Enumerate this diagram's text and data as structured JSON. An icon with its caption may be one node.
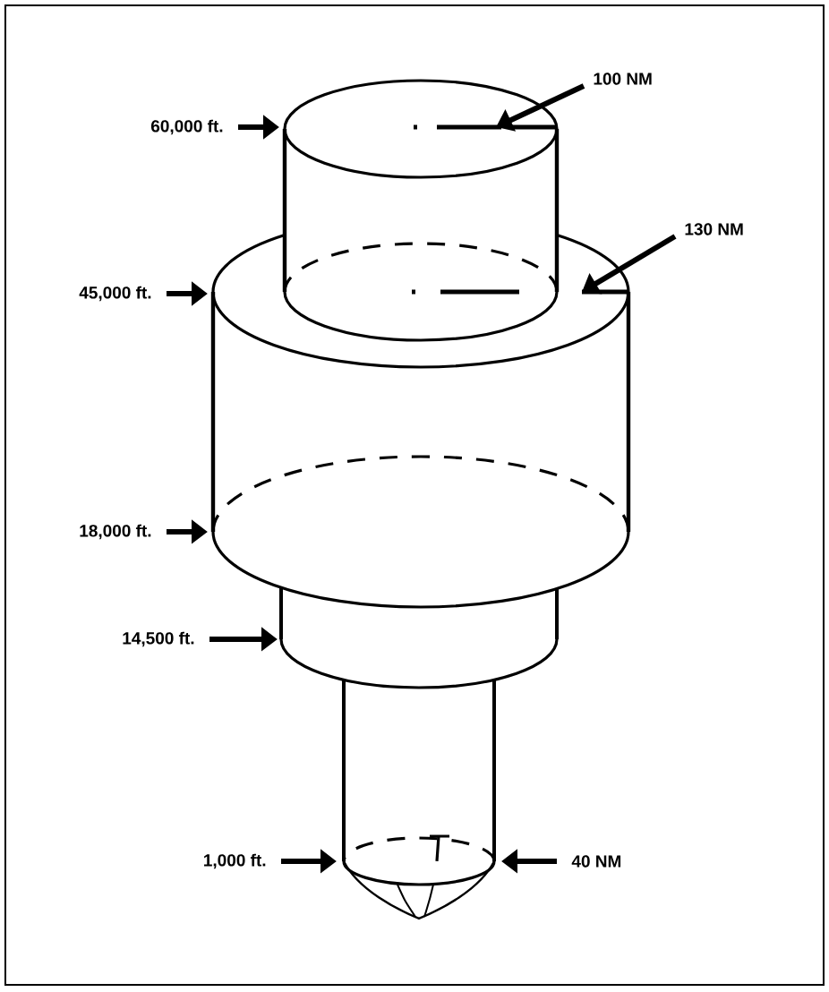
{
  "diagram": {
    "nodes": [
      {
        "text": [
          "60,000 ft."
        ]
      },
      {
        "text": [
          "100 NM"
        ]
      },
      {
        "text": [
          "45,000 ft."
        ]
      },
      {
        "text": [
          "130 NM"
        ]
      },
      {
        "text": [
          "18,000 ft."
        ]
      },
      {
        "text": [
          "14,500 ft."
        ]
      },
      {
        "text": [
          "1,000 ft."
        ]
      },
      {
        "text": [
          "40 NM"
        ]
      },
      {
        "text": [],
        "shape": "cylinder"
      },
      {
        "text": [],
        "shape": "cylinder"
      },
      {
        "text": [],
        "shape": "cylinder"
      },
      {
        "text": [],
        "shape": "cylinder"
      }
    ],
    "edges": [
      {
        "from": 0,
        "to": 8,
        "arrow": "to"
      },
      {
        "from": 1,
        "to": 8,
        "arrow": "to"
      },
      {
        "from": 2,
        "to": 9,
        "arrow": "to"
      },
      {
        "from": 3,
        "to": 9,
        "arrow": "to"
      },
      {
        "from": 4,
        "to": 9,
        "arrow": "to"
      },
      {
        "from": 5,
        "to": 10,
        "arrow": "to"
      },
      {
        "from": 6,
        "to": 11,
        "arrow": "to"
      },
      {
        "from": 7,
        "to": 11,
        "arrow": "to"
      }
    ]
  }
}
